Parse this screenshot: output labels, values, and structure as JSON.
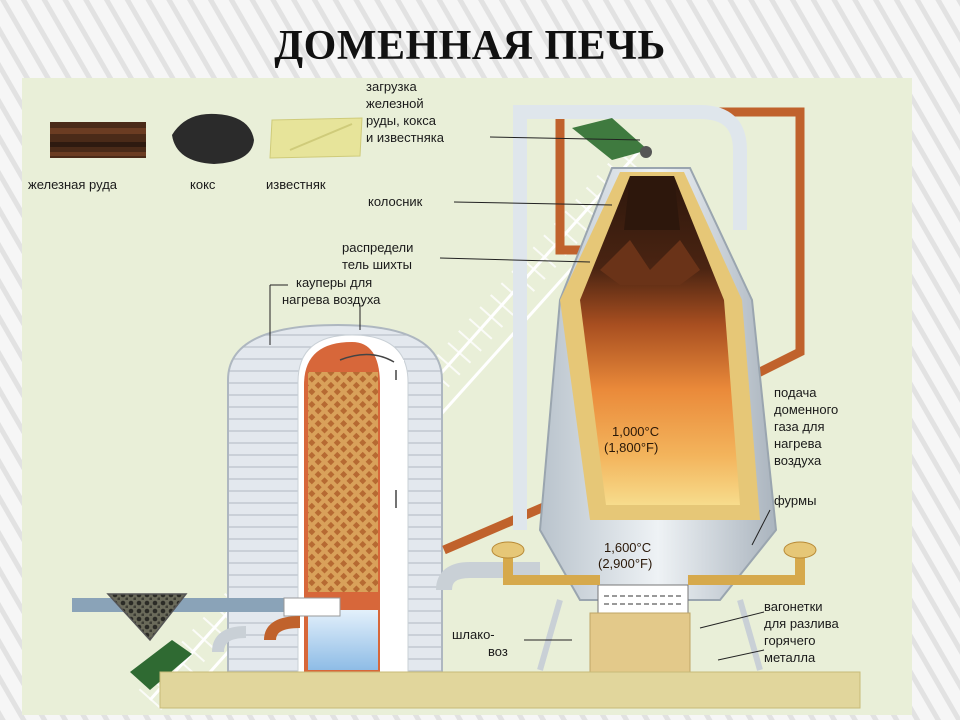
{
  "title": "ДОМЕННАЯ ПЕЧЬ",
  "materials": {
    "iron_ore": "железная руда",
    "coke": "кокс",
    "limestone": "известняк"
  },
  "labels": {
    "loading_1": "загрузка",
    "loading_2": "железной",
    "loading_3": "руды, кокса",
    "loading_4": "и известняка",
    "throat": "колосник",
    "distributor_1": "распредели",
    "distributor_2": "тель шихты",
    "stoves_1": "кауперы для",
    "stoves_2": "нагрева воздуха",
    "gas_1": "подача",
    "gas_2": "доменного",
    "gas_3": "газа для",
    "gas_4": "нагрева",
    "gas_5": "воздуха",
    "tuyeres": "фурмы",
    "slag_1": "шлако-",
    "slag_2": "воз",
    "ladle_1": "вагонетки",
    "ladle_2": "для разлива",
    "ladle_3": "горячего",
    "ladle_4": "металла"
  },
  "temperatures": {
    "upper_c": "1,000°C",
    "upper_f": "(1,800°F)",
    "lower_c": "1,600°C",
    "lower_f": "(2,900°F)"
  },
  "colors": {
    "panel": "#e9efd8",
    "pipe_orange": "#c0622c",
    "furnace_shell": "#dfe6ec",
    "lining": "#e6c777",
    "hot_core": "#e6883a",
    "dark_top": "#3a1e10"
  }
}
